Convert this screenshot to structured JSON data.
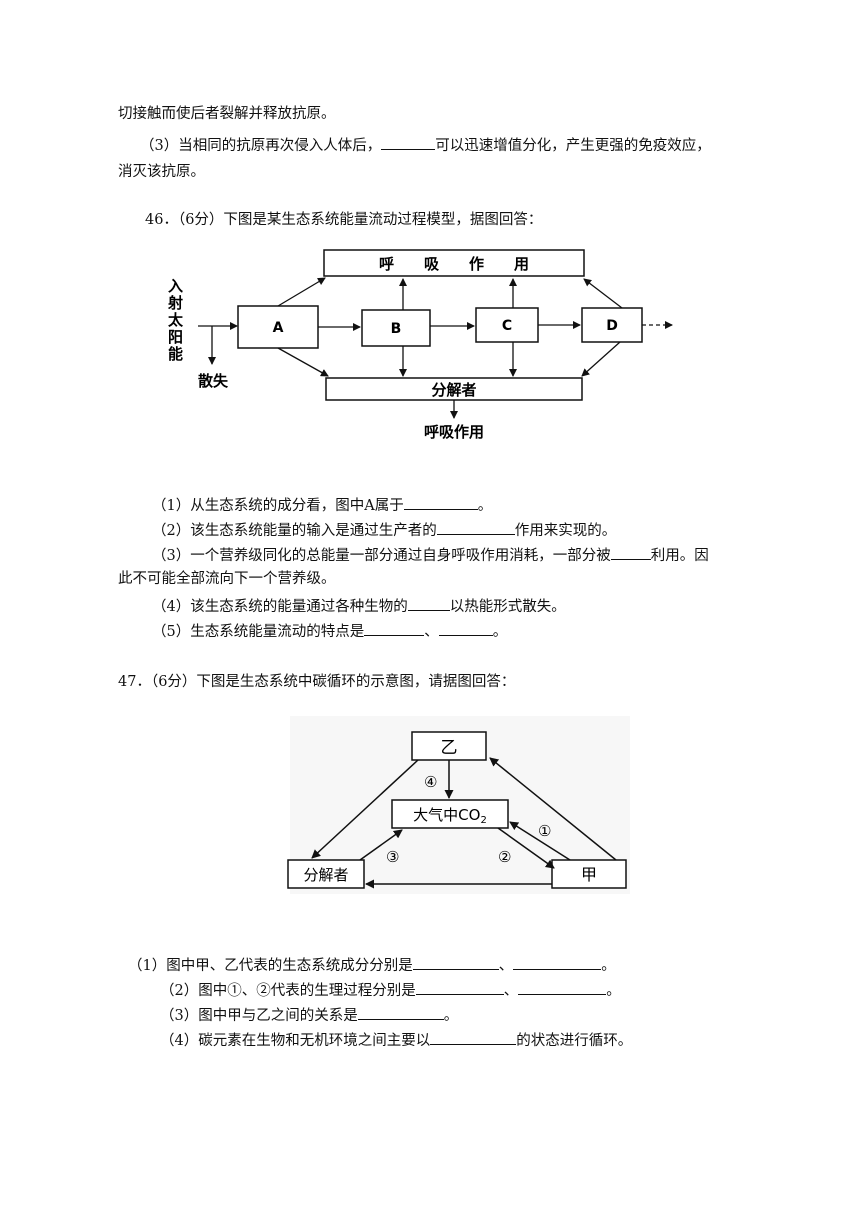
{
  "q45": {
    "line1": "切接触而使后者裂解并释放抗原。",
    "p3_before": "（3）当相同的抗原再次侵入人体后，",
    "p3_after": "可以迅速增值分化，产生更强的免疫效应，",
    "p3_cont": "消灭该抗原。"
  },
  "q46": {
    "title": "46．（6分）下图是某生态系统能量流动过程模型，据图回答：",
    "diagram": {
      "respiration_top": "呼　　吸　　作　　用",
      "input": [
        "入",
        "射",
        "太",
        "阳",
        "能"
      ],
      "loss": "散失",
      "node_a": "A",
      "node_b": "B",
      "node_c": "C",
      "node_d": "D",
      "decomposer": "分解者",
      "respiration_bottom": "呼吸作用"
    },
    "q1_before": "（1）从生态系统的成分看，图中A属于",
    "q1_after": "。",
    "q2_before": "（2）该生态系统能量的输入是通过生产者的",
    "q2_after": "作用来实现的。",
    "q3_before": "（3）一个营养级同化的总能量一部分通过自身呼吸作用消耗，一部分被",
    "q3_after": "利用。因",
    "q3_cont": "此不可能全部流向下一个营养级。",
    "q4_before": "（4）该生态系统的能量通过各种生物的",
    "q4_after": "以热能形式散失。",
    "q5_before": "（5）生态系统能量流动的特点是",
    "q5_sep": "、",
    "q5_after": "。"
  },
  "q47": {
    "title": "47．（6分）下图是生态系统中碳循环的示意图，请据图回答：",
    "diagram": {
      "yi": "乙",
      "co2_prefix": "大气中",
      "co2": "CO",
      "co2_sub": "2",
      "decomposer": "分解者",
      "jia": "甲",
      "m1": "①",
      "m2": "②",
      "m3": "③",
      "m4": "④"
    },
    "q1_before": "（1）图中甲、乙代表的生态系统成分分别是",
    "q1_sep": "、",
    "q1_after": "。",
    "q2_before": "（2）图中①、②代表的生理过程分别是",
    "q2_sep": "、",
    "q2_after": "。",
    "q3_before": "（3）图中甲与乙之间的关系是",
    "q3_after": "。",
    "q4_before": "（4）碳元素在生物和无机环境之间主要以",
    "q4_after": "的状态进行循环。"
  }
}
